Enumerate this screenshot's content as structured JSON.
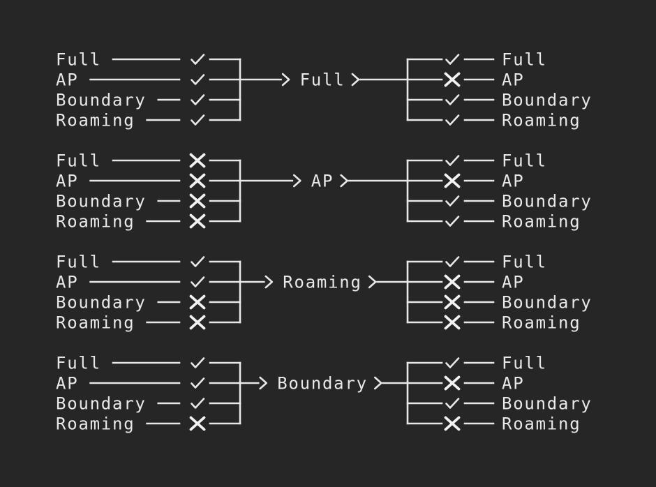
{
  "colors": {
    "background": "#262626",
    "foreground": "#e8e8e8",
    "cross_mark": "#f2f2f2"
  },
  "diagram": {
    "icons": {
      "check": "✓",
      "cross": "✕",
      "arrow": ">"
    },
    "groups": [
      {
        "center_label": "Full",
        "inputs": [
          {
            "label": "Full",
            "mark": "check"
          },
          {
            "label": "AP",
            "mark": "check"
          },
          {
            "label": "Boundary",
            "mark": "check"
          },
          {
            "label": "Roaming",
            "mark": "check"
          }
        ],
        "outputs": [
          {
            "label": "Full",
            "mark": "check"
          },
          {
            "label": "AP",
            "mark": "cross"
          },
          {
            "label": "Boundary",
            "mark": "check"
          },
          {
            "label": "Roaming",
            "mark": "check"
          }
        ]
      },
      {
        "center_label": "AP",
        "inputs": [
          {
            "label": "Full",
            "mark": "cross"
          },
          {
            "label": "AP",
            "mark": "cross"
          },
          {
            "label": "Boundary",
            "mark": "cross"
          },
          {
            "label": "Roaming",
            "mark": "cross"
          }
        ],
        "outputs": [
          {
            "label": "Full",
            "mark": "check"
          },
          {
            "label": "AP",
            "mark": "cross"
          },
          {
            "label": "Boundary",
            "mark": "check"
          },
          {
            "label": "Roaming",
            "mark": "check"
          }
        ]
      },
      {
        "center_label": "Roaming",
        "inputs": [
          {
            "label": "Full",
            "mark": "check"
          },
          {
            "label": "AP",
            "mark": "check"
          },
          {
            "label": "Boundary",
            "mark": "cross"
          },
          {
            "label": "Roaming",
            "mark": "cross"
          }
        ],
        "outputs": [
          {
            "label": "Full",
            "mark": "check"
          },
          {
            "label": "AP",
            "mark": "cross"
          },
          {
            "label": "Boundary",
            "mark": "cross"
          },
          {
            "label": "Roaming",
            "mark": "cross"
          }
        ]
      },
      {
        "center_label": "Boundary",
        "inputs": [
          {
            "label": "Full",
            "mark": "check"
          },
          {
            "label": "AP",
            "mark": "check"
          },
          {
            "label": "Boundary",
            "mark": "check"
          },
          {
            "label": "Roaming",
            "mark": "cross"
          }
        ],
        "outputs": [
          {
            "label": "Full",
            "mark": "check"
          },
          {
            "label": "AP",
            "mark": "cross"
          },
          {
            "label": "Boundary",
            "mark": "check"
          },
          {
            "label": "Roaming",
            "mark": "cross"
          }
        ]
      }
    ]
  }
}
